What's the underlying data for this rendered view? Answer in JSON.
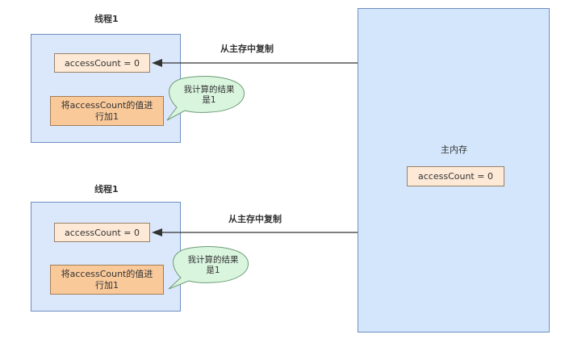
{
  "threads": [
    {
      "title": "线程1",
      "variable": "accessCount = 0",
      "operation_line1": "将accessCount的值进",
      "operation_line2": "行加1",
      "bubble_line1": "我计算的结果",
      "bubble_line2": "是1",
      "arrow_label": "从主存中复制"
    },
    {
      "title": "线程1",
      "variable": "accessCount = 0",
      "operation_line1": "将accessCount的值进",
      "operation_line2": "行加1",
      "bubble_line1": "我计算的结果",
      "bubble_line2": "是1",
      "arrow_label": "从主存中复制"
    }
  ],
  "main_memory": {
    "title": "主内存",
    "variable": "accessCount = 0"
  },
  "colors": {
    "thread_fill": "#dbe8fb",
    "main_fill": "#d4e6fb",
    "variable_fill": "#fde9d6",
    "operation_fill": "#f9c99a",
    "bubble_fill": "#d9f5de"
  }
}
